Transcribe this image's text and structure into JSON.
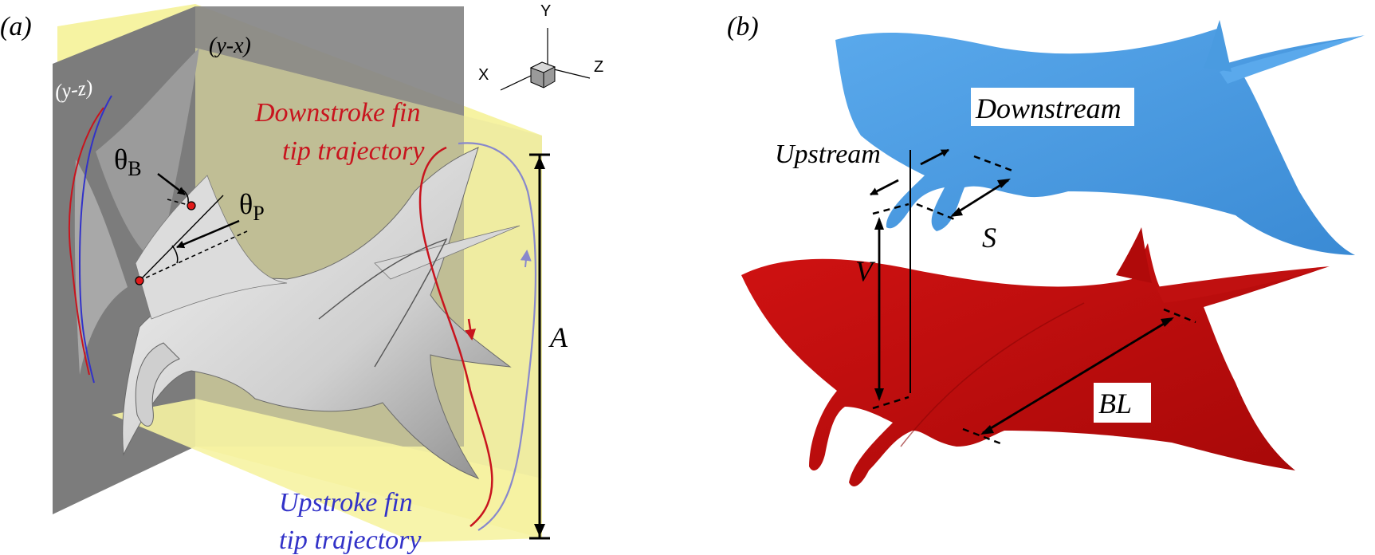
{
  "panels": {
    "a": {
      "tag": "(a)",
      "plane_yz": "(y-z)",
      "plane_yx": "(y-x)",
      "theta_b": {
        "sym": "θ",
        "sub": "B"
      },
      "theta_p": {
        "sym": "θ",
        "sub": "P"
      },
      "downstroke": [
        "Downstroke fin",
        "tip trajectory"
      ],
      "upstroke": [
        "Upstroke fin",
        "tip trajectory"
      ],
      "amplitude": "A",
      "axes": {
        "y": "Y",
        "x": "X",
        "z": "Z"
      }
    },
    "b": {
      "tag": "(b)",
      "downstream": "Downstream",
      "upstream": "Upstream",
      "spacing_s": "S",
      "spacing_v": "V",
      "body_length": "BL"
    }
  },
  "colors": {
    "downstroke": "#c8141e",
    "upstroke": "#3232c8",
    "downstream_body": "#4a9be0",
    "upstream_body": "#c00a0a",
    "plane_gray": "#7a7a7a",
    "plane_yellow": "#f6f3a2"
  }
}
